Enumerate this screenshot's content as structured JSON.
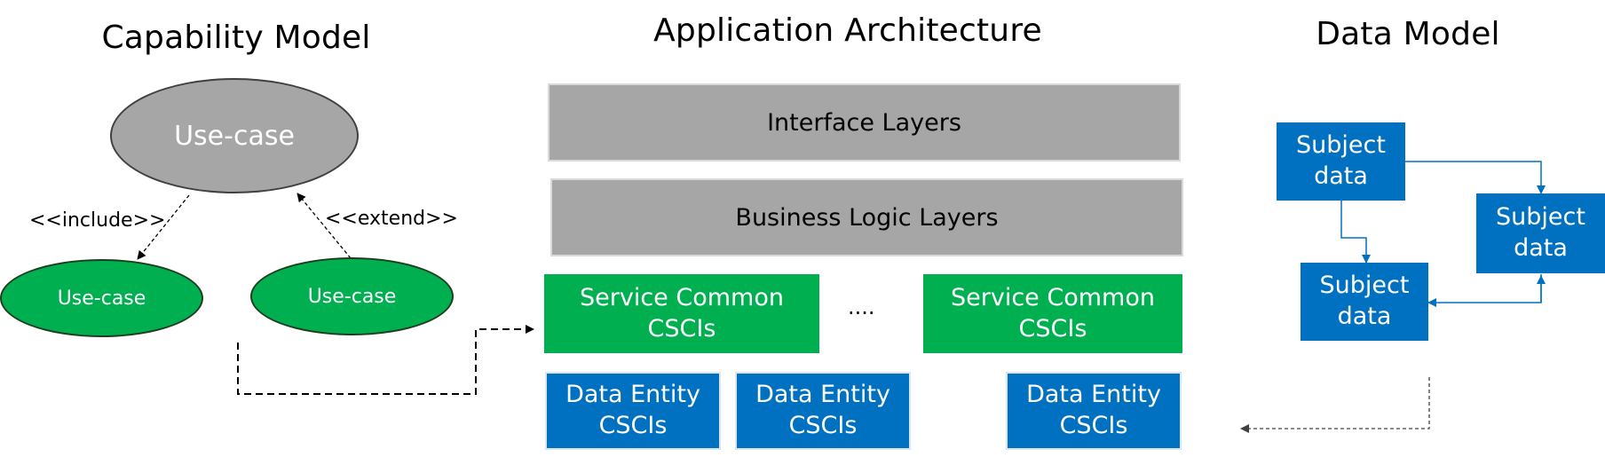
{
  "capability_model": {
    "title": "Capability Model",
    "top_usecase": "Use-case",
    "left_usecase": "Use-case",
    "right_usecase": "Use-case",
    "include_label": "<<include>>",
    "extend_label": "<<extend>>"
  },
  "application_architecture": {
    "title": "Application Architecture",
    "interface_layers": "Interface Layers",
    "business_logic_layers": "Business Logic Layers",
    "service_common_left": "Service Common\nCSCIs",
    "service_common_right": "Service Common\nCSCIs",
    "ellipsis": "....",
    "data_entity_1": "Data Entity\nCSCIs",
    "data_entity_2": "Data Entity\nCSCIs",
    "data_entity_3": "Data Entity\nCSCIs"
  },
  "data_model": {
    "title": "Data Model",
    "subject_top": "Subject\ndata",
    "subject_right": "Subject\ndata",
    "subject_bottom": "Subject\ndata"
  },
  "colors": {
    "gray_fill": "#a6a6a6",
    "green_fill": "#00b050",
    "blue_fill": "#0070c0"
  }
}
